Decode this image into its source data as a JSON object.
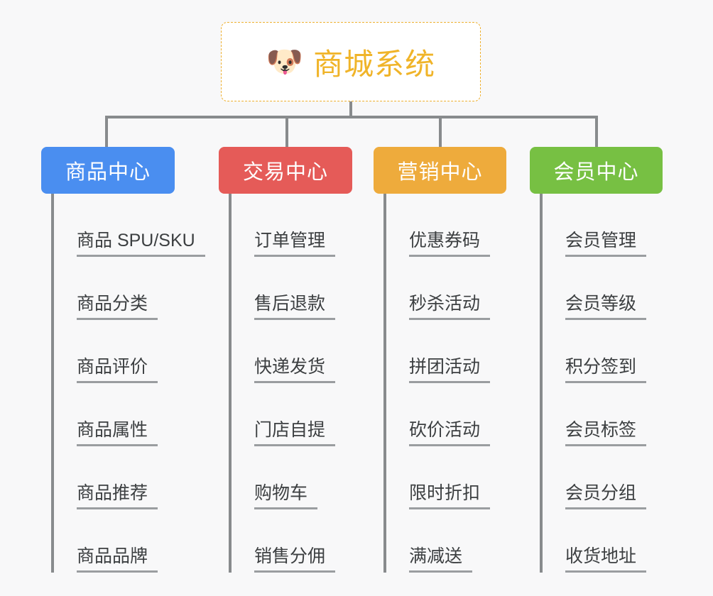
{
  "diagram": {
    "type": "org-chart",
    "background_color": "#f8f8f9",
    "connector_color": "#888b8d",
    "root": {
      "icon": "dog-face-emoji",
      "icon_glyph": "🐶",
      "title": "商城系统",
      "text_color": "#f0b429",
      "border_color": "#eeb02f",
      "background_color": "#ffffff"
    },
    "categories": [
      {
        "label": "商品中心",
        "color": "#4a8ef0",
        "items": [
          "商品 SPU/SKU",
          "商品分类",
          "商品评价",
          "商品属性",
          "商品推荐",
          "商品品牌"
        ]
      },
      {
        "label": "交易中心",
        "color": "#e55b58",
        "items": [
          "订单管理",
          "售后退款",
          "快递发货",
          "门店自提",
          "购物车",
          "销售分佣"
        ]
      },
      {
        "label": "营销中心",
        "color": "#eeab3c",
        "items": [
          "优惠券码",
          "秒杀活动",
          "拼团活动",
          "砍价活动",
          "限时折扣",
          "满减送"
        ]
      },
      {
        "label": "会员中心",
        "color": "#77c043",
        "items": [
          "会员管理",
          "会员等级",
          "积分签到",
          "会员标签",
          "会员分组",
          "收货地址"
        ]
      }
    ]
  }
}
